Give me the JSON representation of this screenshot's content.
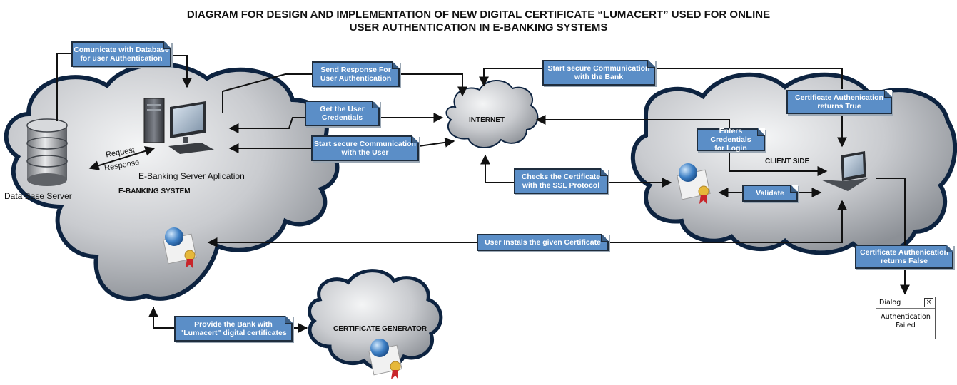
{
  "title": {
    "line1": "DIAGRAM FOR DESIGN AND IMPLEMENTATION OF NEW DIGITAL CERTIFICATE “LUMACERT” USED FOR ONLINE",
    "line2": "USER AUTHENTICATION IN E-BANKING SYSTEMS"
  },
  "labels": {
    "database": "Data Base Server",
    "server_app": "E-Banking Server Aplication",
    "ebanking": "E-BANKING SYSTEM",
    "internet": "INTERNET",
    "client": "CLIENT SIDE",
    "generator": "CERTIFICATE GENERATOR",
    "request": "Request",
    "response": "Response"
  },
  "notes": {
    "db_comm": [
      "Comunicate with Database",
      "for user Authentication"
    ],
    "send_resp": [
      "Send Response For",
      "User Authentication"
    ],
    "get_cred": [
      "Get the User",
      "Credentials"
    ],
    "secure_user": [
      "Start secure Communication",
      "with the User"
    ],
    "secure_bank": [
      "Start secure Communication",
      "with the Bank"
    ],
    "cert_true": [
      "Certificate Authenication",
      "returns True"
    ],
    "enter_cred": [
      "Enters Credentials",
      "for Login"
    ],
    "check_cert": [
      "Checks the Certificate",
      "with the SSL Protocol"
    ],
    "validate": [
      "Validate"
    ],
    "user_install": [
      "User Instals the given Certificate"
    ],
    "cert_false": [
      "Certificate Authenication",
      "returns False"
    ],
    "provide": [
      "Provide the Bank with",
      "\"Lumacert\" digital certificates"
    ]
  },
  "dialog": {
    "title": "Dialog",
    "close": "×",
    "message_line1": "Authentication",
    "message_line2": "Failed"
  },
  "colors": {
    "note_fill": "#5b8ec7",
    "note_border": "#1f2d3d",
    "cloud_border": "#0d2340",
    "cloud_fill": "#c4c6c9"
  }
}
